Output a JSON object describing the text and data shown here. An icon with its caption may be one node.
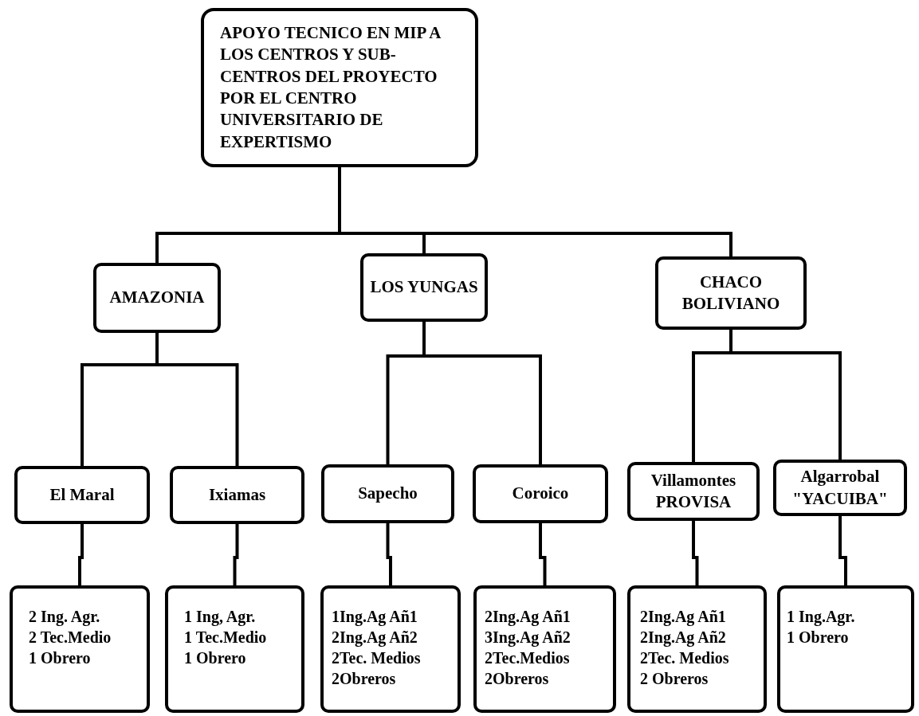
{
  "diagram": {
    "nodes": [
      {
        "text": [
          "APOYO TECNICO EN MIP A LOS CENTROS Y SUB-CENTROS DEL PROYECTO POR EL CENTRO UNIVERSITARIO DE EXPERTISMO"
        ]
      },
      {
        "text": [
          "AMAZONIA"
        ]
      },
      {
        "text": [
          "LOS YUNGAS"
        ]
      },
      {
        "text": [
          "CHACO BOLIVIANO"
        ]
      },
      {
        "text": [
          "El Maral"
        ]
      },
      {
        "text": [
          "Ixiamas"
        ]
      },
      {
        "text": [
          "Sapecho"
        ]
      },
      {
        "text": [
          "Coroico"
        ]
      },
      {
        "text": [
          "Villamontes PROVISA"
        ]
      },
      {
        "text": [
          "Algarrobal \"YACUIBA\""
        ]
      },
      {
        "text": [
          "2 Ing. Agr.",
          "2 Tec.Medio",
          "1 Obrero"
        ]
      },
      {
        "text": [
          "1 Ing, Agr.",
          "1 Tec.Medio",
          "1 Obrero"
        ]
      },
      {
        "text": [
          "1Ing.Ag Añ1",
          "2Ing.Ag Añ2",
          "2Tec. Medios",
          "2Obreros"
        ]
      },
      {
        "text": [
          "2Ing.Ag Añ1",
          "3Ing.Ag Añ2",
          "2Tec.Medios",
          "2Obreros"
        ]
      },
      {
        "text": [
          "2Ing.Ag Añ1",
          "2Ing.Ag Añ2",
          "2Tec. Medios",
          "2 Obreros"
        ]
      },
      {
        "text": [
          "1 Ing.Agr.",
          "1 Obrero"
        ]
      }
    ],
    "edges": [
      {
        "from": 0,
        "to": 1,
        "arrow": "none"
      },
      {
        "from": 0,
        "to": 2,
        "arrow": "none"
      },
      {
        "from": 0,
        "to": 3,
        "arrow": "none"
      },
      {
        "from": 1,
        "to": 4,
        "arrow": "none"
      },
      {
        "from": 1,
        "to": 5,
        "arrow": "none"
      },
      {
        "from": 2,
        "to": 6,
        "arrow": "none"
      },
      {
        "from": 2,
        "to": 7,
        "arrow": "none"
      },
      {
        "from": 3,
        "to": 8,
        "arrow": "none"
      },
      {
        "from": 3,
        "to": 9,
        "arrow": "none"
      },
      {
        "from": 4,
        "to": 10,
        "arrow": "none"
      },
      {
        "from": 5,
        "to": 11,
        "arrow": "none"
      },
      {
        "from": 6,
        "to": 12,
        "arrow": "none"
      },
      {
        "from": 7,
        "to": 13,
        "arrow": "none"
      },
      {
        "from": 8,
        "to": 14,
        "arrow": "none"
      },
      {
        "from": 9,
        "to": 15,
        "arrow": "none"
      }
    ]
  }
}
